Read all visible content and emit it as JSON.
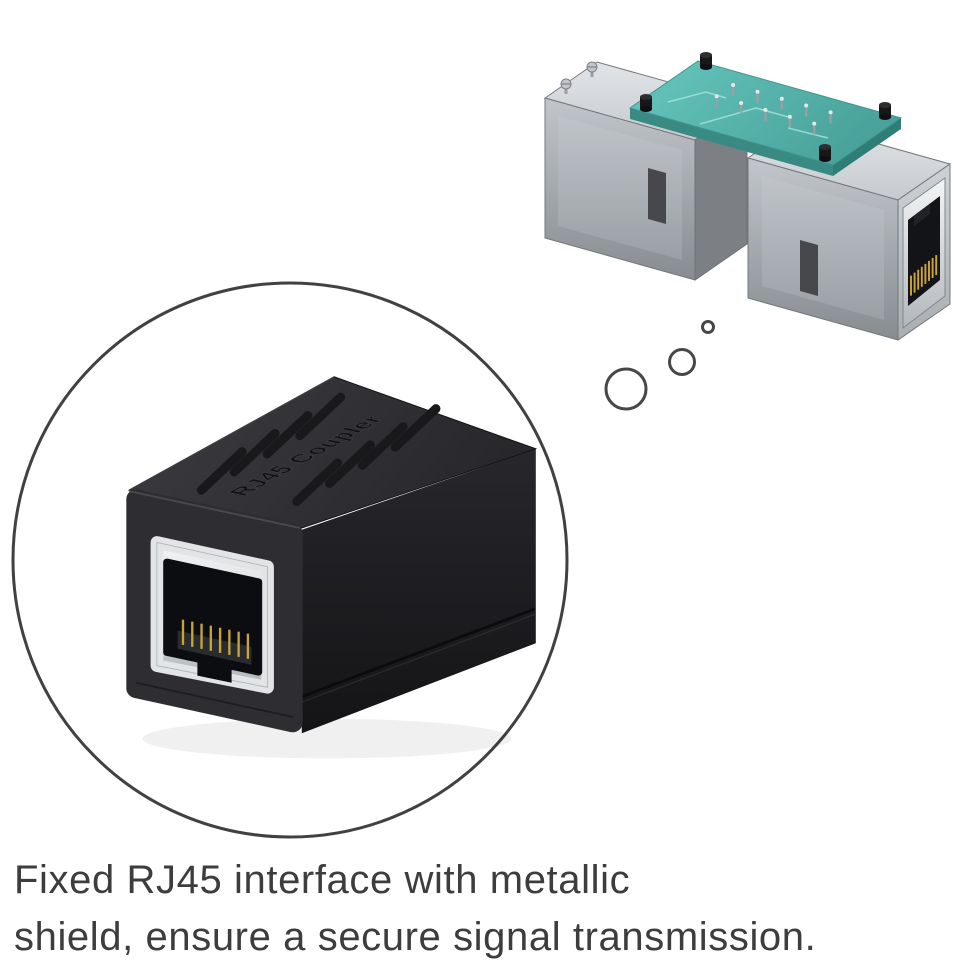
{
  "product": {
    "embossed_label": "RJ45 Coupler"
  },
  "caption": {
    "line1": "Fixed RJ45 interface with metallic",
    "line2": "shield, ensure a secure signal transmission."
  },
  "colors": {
    "background": "#ffffff",
    "coupler_body": "#2e2e32",
    "port_shield_silver": "#e2e4e6",
    "port_cavity": "#0c0d10",
    "gold_contacts": "#c9a437",
    "pcb_teal": "#5cbcb4",
    "housing_metal": "#b9bdc2",
    "caption_text": "#3d3d3d",
    "magnifier_circle": "#414141"
  }
}
